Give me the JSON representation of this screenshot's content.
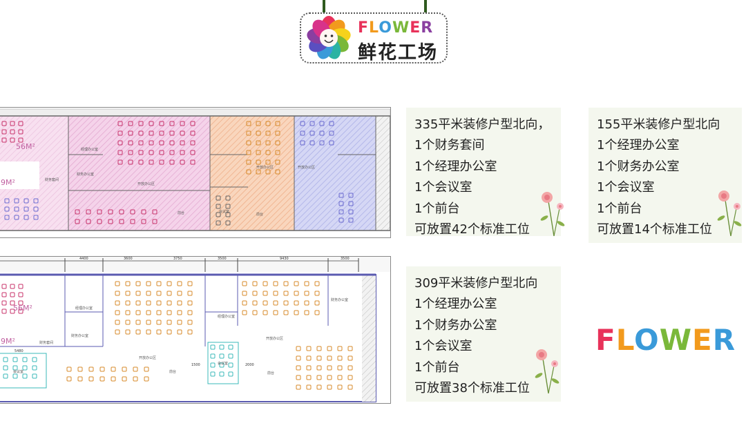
{
  "logo": {
    "en_letters": [
      {
        "char": "F",
        "color": "#e8325a"
      },
      {
        "char": "L",
        "color": "#f29a1d"
      },
      {
        "char": "O",
        "color": "#3a9ad9"
      },
      {
        "char": "W",
        "color": "#7ab83a"
      },
      {
        "char": "E",
        "color": "#e8325a"
      },
      {
        "char": "R",
        "color": "#8a3fa0"
      }
    ],
    "cn": "鲜花工场",
    "icon": "smiling-flower-icon"
  },
  "cards": [
    {
      "lines": [
        "335平米装修户型北向，",
        "1个财务套间",
        "1个经理办公室",
        "1个会议室",
        "1个前台",
        "可放置42个标准工位"
      ]
    },
    {
      "lines": [
        "155平米装修户型北向",
        "1个经理办公室",
        "1个财务办公室",
        "1个会议室",
        "1个前台",
        "可放置14个标准工位"
      ]
    },
    {
      "lines": [
        "309平米装修户型北向",
        "1个经理办公室",
        "1个财务办公室",
        "1个会议室",
        "1个前台",
        "可放置38个标准工位"
      ]
    }
  ],
  "big_flower": {
    "letters": [
      {
        "char": "F",
        "color": "#e8325a"
      },
      {
        "char": "L",
        "color": "#f29a1d"
      },
      {
        "char": "O",
        "color": "#3a9ad9"
      },
      {
        "char": "W",
        "color": "#7ab83a"
      },
      {
        "char": "E",
        "color": "#f29a1d"
      },
      {
        "char": "R",
        "color": "#3a9ad9"
      }
    ]
  },
  "plan1": {
    "areas": [
      "56M²",
      "9M²"
    ],
    "room_labels": [
      "经理办公室",
      "财务办公室",
      "财务套间",
      "开放办公区",
      "开放办公区",
      "开放办公区",
      "前台",
      "会议室",
      "前台"
    ]
  },
  "plan2": {
    "areas": [
      "56M²",
      "9M²"
    ],
    "dims": [
      "4400",
      "3600",
      "3750",
      "3500",
      "9430",
      "3500",
      "5480",
      "1500",
      "2000"
    ],
    "room_labels": [
      "经理办公室",
      "财务办公室",
      "财务套间",
      "经理办公室",
      "财务办公室",
      "开放办公区",
      "开放办公区",
      "会议室",
      "会议室",
      "前台",
      "前台"
    ]
  },
  "colors": {
    "pink": "#f6c8e6",
    "orange": "#f9cdb0",
    "blue": "#c8ccf2",
    "teal": "#3ab8b8",
    "desk_orange": "#d78a2a",
    "desk_pink": "#c8326a"
  }
}
